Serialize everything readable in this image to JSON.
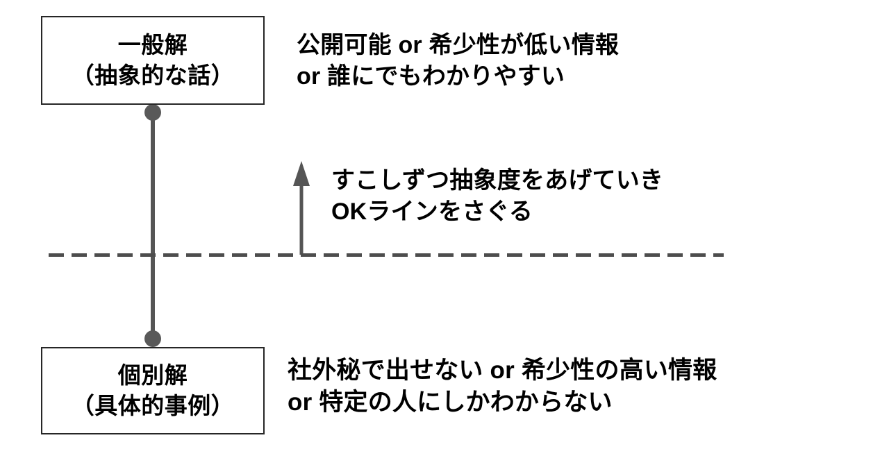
{
  "diagram": {
    "title": "abstraction-level diagram",
    "colors": {
      "box_border": "#262626",
      "connector": "#555555",
      "dot": "#595959",
      "divider": "#4d4d4d",
      "arrow": "#555555",
      "text": "#000000",
      "background": "#ffffff"
    },
    "boxes": [
      {
        "id": "general",
        "line1": "一般解",
        "line2": "（抽象的な話）"
      },
      {
        "id": "individual",
        "line1": "個別解",
        "line2": "（具体的事例）"
      }
    ],
    "annotations": {
      "top": {
        "line1": "公開可能 or 希少性が低い情報",
        "line2": "or 誰にでもわかりやすい"
      },
      "middle": {
        "line1": "すこしずつ抽象度をあげていき",
        "line2": "OKラインをさぐる"
      },
      "bottom": {
        "line1": "社外秘で出せない or 希少性の高い情報",
        "line2": "or 特定の人にしかわからない"
      }
    },
    "icons": {
      "arrow_up": "arrow-up-icon",
      "divider": "dashed-threshold-line",
      "connector": "vertical-connector-line"
    }
  }
}
